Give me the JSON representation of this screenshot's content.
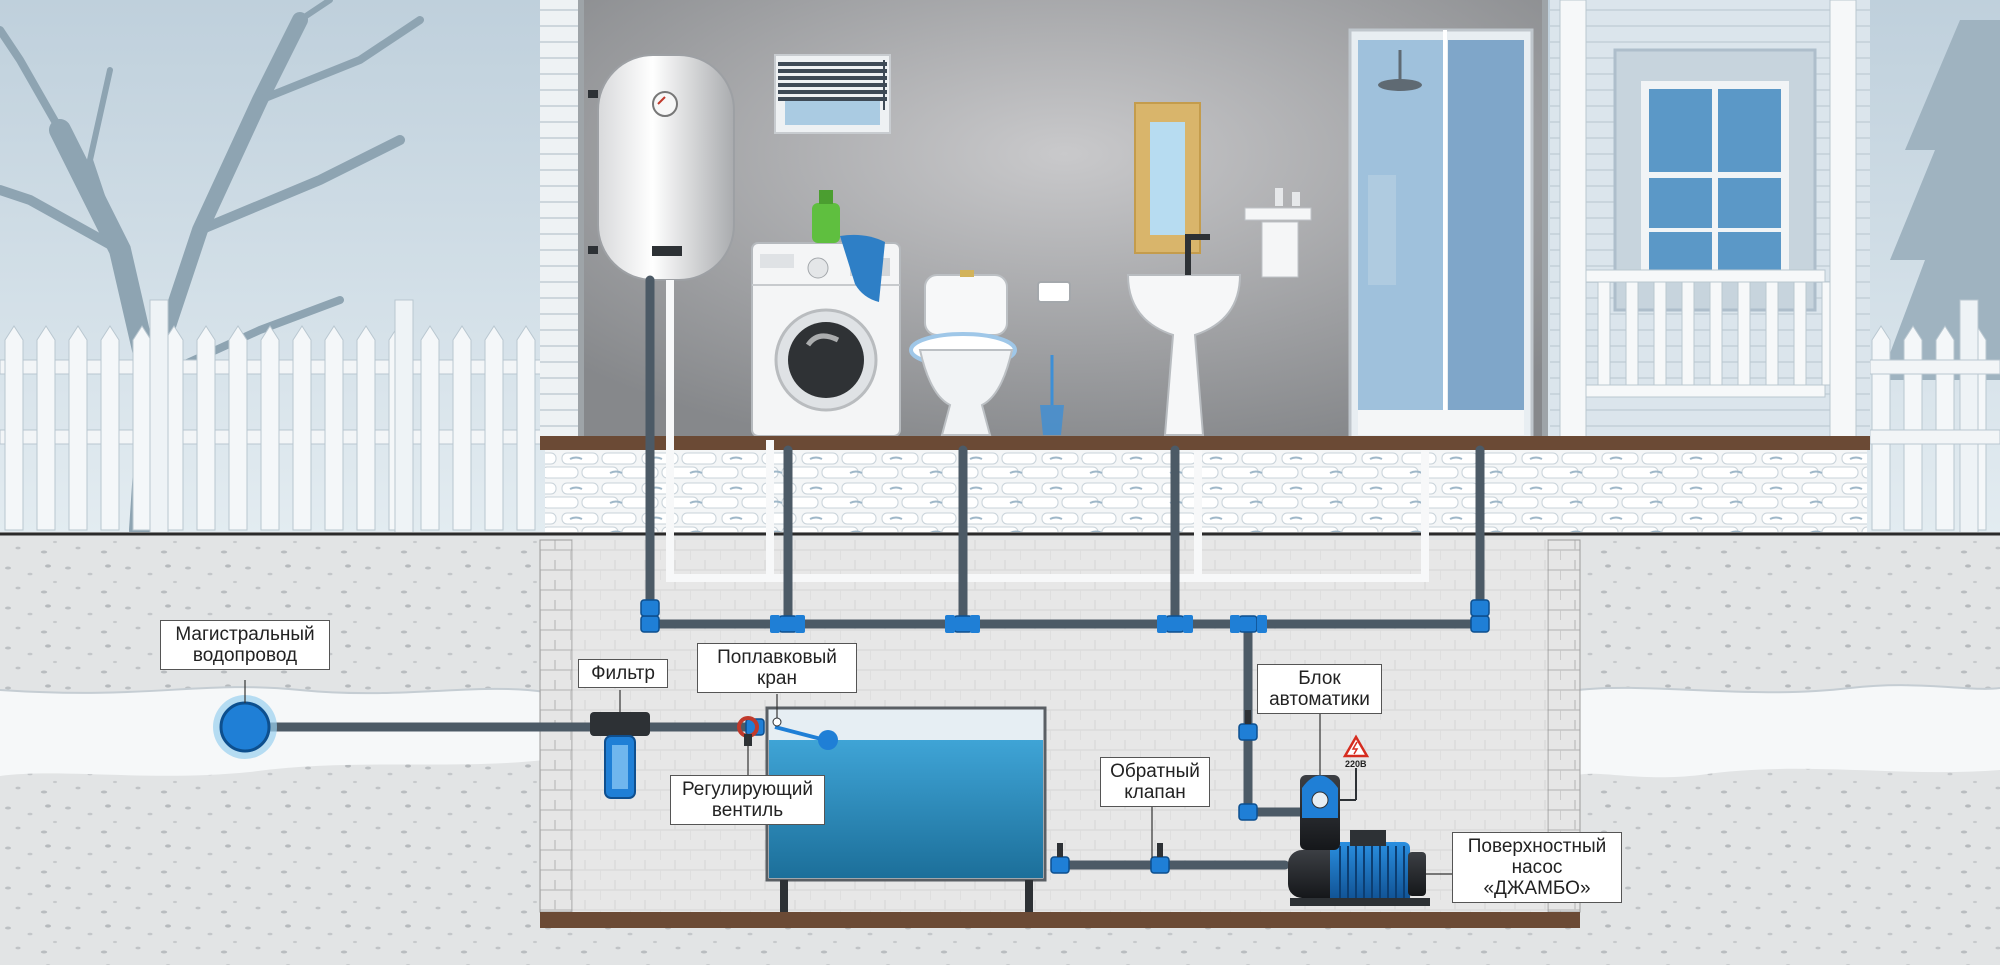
{
  "labels": {
    "main_water": [
      "Магистральный",
      "водопровод"
    ],
    "filter": [
      "Фильтр"
    ],
    "float_valve": [
      "Поплавковый",
      "кран"
    ],
    "regulating_valve": [
      "Регулирующий",
      "вентиль"
    ],
    "check_valve": [
      "Обратный",
      "клапан"
    ],
    "automation": [
      "Блок",
      "автоматики"
    ],
    "pump": [
      "Поверхностный",
      "насос",
      "«ДЖАМБО»"
    ]
  },
  "voltage": "220В",
  "colors": {
    "pipe": "#4c5a66",
    "fitting": "#1f7fd6",
    "water": "#2c8fc0",
    "wall": "#8e9093",
    "ground": "#e4e6e7",
    "sky": "#cfdde6"
  }
}
